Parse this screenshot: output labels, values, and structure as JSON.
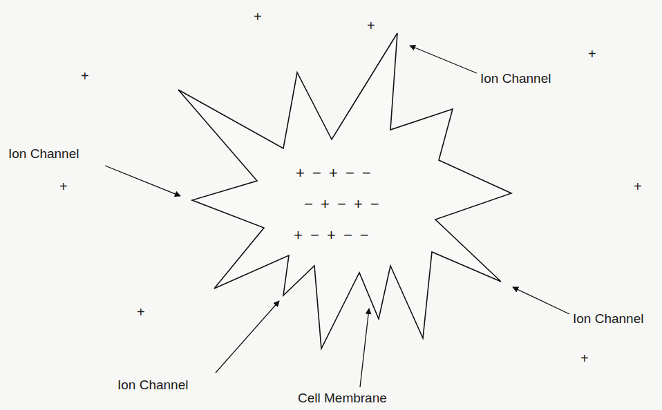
{
  "diagram": {
    "nodes": [
      {
        "text": [
          "+ − + − −",
          "− + − + −",
          "+ − + − −"
        ]
      }
    ],
    "labels": [
      "Ion Channel",
      "Ion Channel",
      "Ion Channel",
      "Ion Channel",
      "Cell Membrane",
      "+",
      "+",
      "+",
      "+",
      "+",
      "+",
      "+",
      "+"
    ]
  }
}
